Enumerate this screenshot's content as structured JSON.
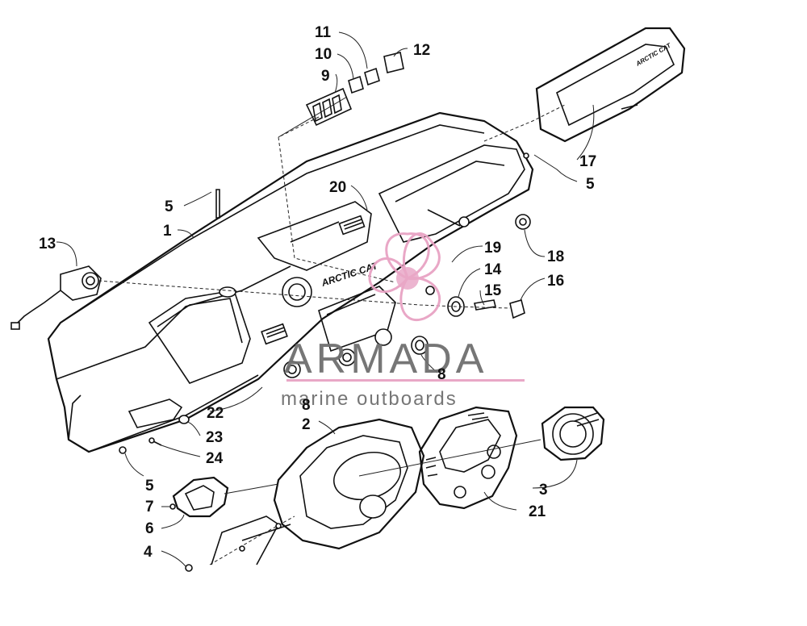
{
  "callouts": [
    {
      "id": "c1",
      "label": "1"
    },
    {
      "id": "c2",
      "label": "2"
    },
    {
      "id": "c3",
      "label": "3"
    },
    {
      "id": "c4",
      "label": "4"
    },
    {
      "id": "c5a",
      "label": "5"
    },
    {
      "id": "c5b",
      "label": "5"
    },
    {
      "id": "c5c",
      "label": "5"
    },
    {
      "id": "c6",
      "label": "6"
    },
    {
      "id": "c7",
      "label": "7"
    },
    {
      "id": "c8a",
      "label": "8"
    },
    {
      "id": "c8b",
      "label": "8"
    },
    {
      "id": "c9",
      "label": "9"
    },
    {
      "id": "c10",
      "label": "10"
    },
    {
      "id": "c11",
      "label": "11"
    },
    {
      "id": "c12",
      "label": "12"
    },
    {
      "id": "c13",
      "label": "13"
    },
    {
      "id": "c14",
      "label": "14"
    },
    {
      "id": "c15",
      "label": "15"
    },
    {
      "id": "c16",
      "label": "16"
    },
    {
      "id": "c17",
      "label": "17"
    },
    {
      "id": "c18",
      "label": "18"
    },
    {
      "id": "c19",
      "label": "19"
    },
    {
      "id": "c20",
      "label": "20"
    },
    {
      "id": "c21",
      "label": "21"
    },
    {
      "id": "c22",
      "label": "22"
    },
    {
      "id": "c23",
      "label": "23"
    },
    {
      "id": "c24",
      "label": "24"
    }
  ],
  "dash_logo": "ARCTIC CAT",
  "watermark": {
    "brand": "ARMADA",
    "tagline": "marine outboards",
    "accent_color": "#e8a3c4",
    "text_color": "#6f6f6f"
  },
  "colors": {
    "ink": "#111111",
    "background": "#ffffff"
  }
}
